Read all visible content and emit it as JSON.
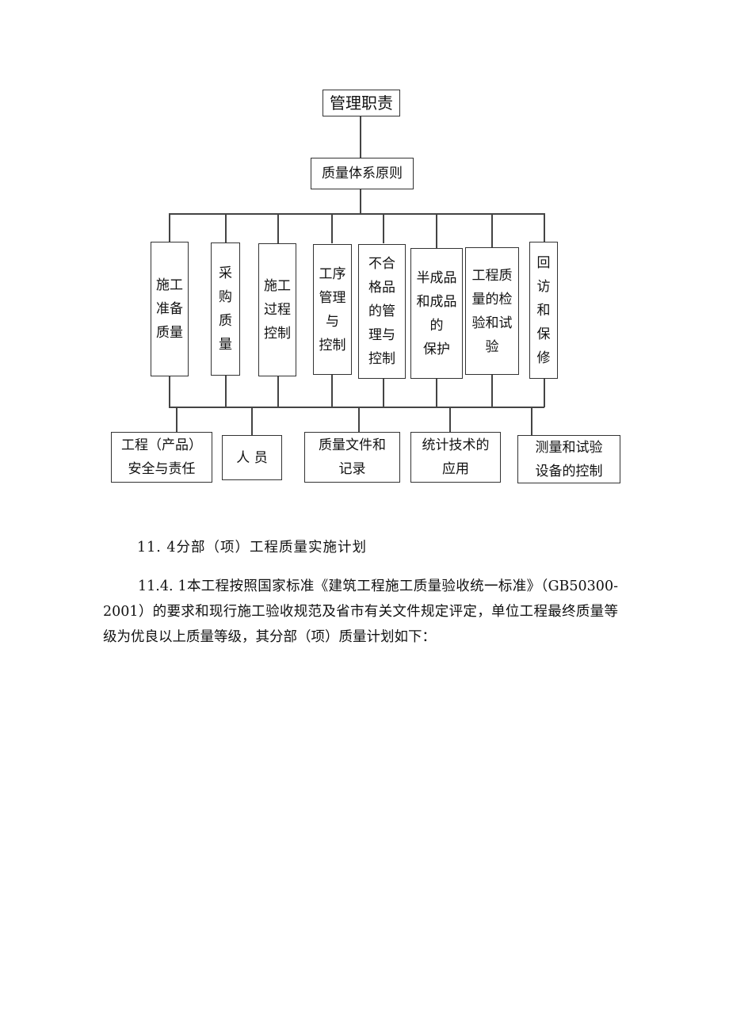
{
  "diagram": {
    "top": "管理职责",
    "second": "质量体系原则",
    "middle": [
      "施工\n准备\n质量",
      "采\n购\n质\n量",
      "施工\n过程\n控制",
      "工序\n管理\n与\n控制",
      "不合\n格品\n的管\n理与\n控制",
      "半成品\n和成品\n的\n保护",
      "工程质\n量的检\n验和试\n验",
      "回\n访\n和\n保\n修"
    ],
    "bottom": [
      "工程（产品）\n安全与责任",
      "人 员",
      "质量文件和\n记录",
      "统计技术的\n应用",
      "测量和试验\n设备的控制"
    ]
  },
  "section": {
    "heading": "11. 4分部（项）工程质量实施计划",
    "body": "11.4. 1本工程按照国家标准《建筑工程施工质量验收统一标准》（GB50300-2001）的要求和现行施工验收规范及省市有关文件规定评定，单位工程最终质量等级为优良以上质量等级，其分部（项）质量计划如下："
  }
}
